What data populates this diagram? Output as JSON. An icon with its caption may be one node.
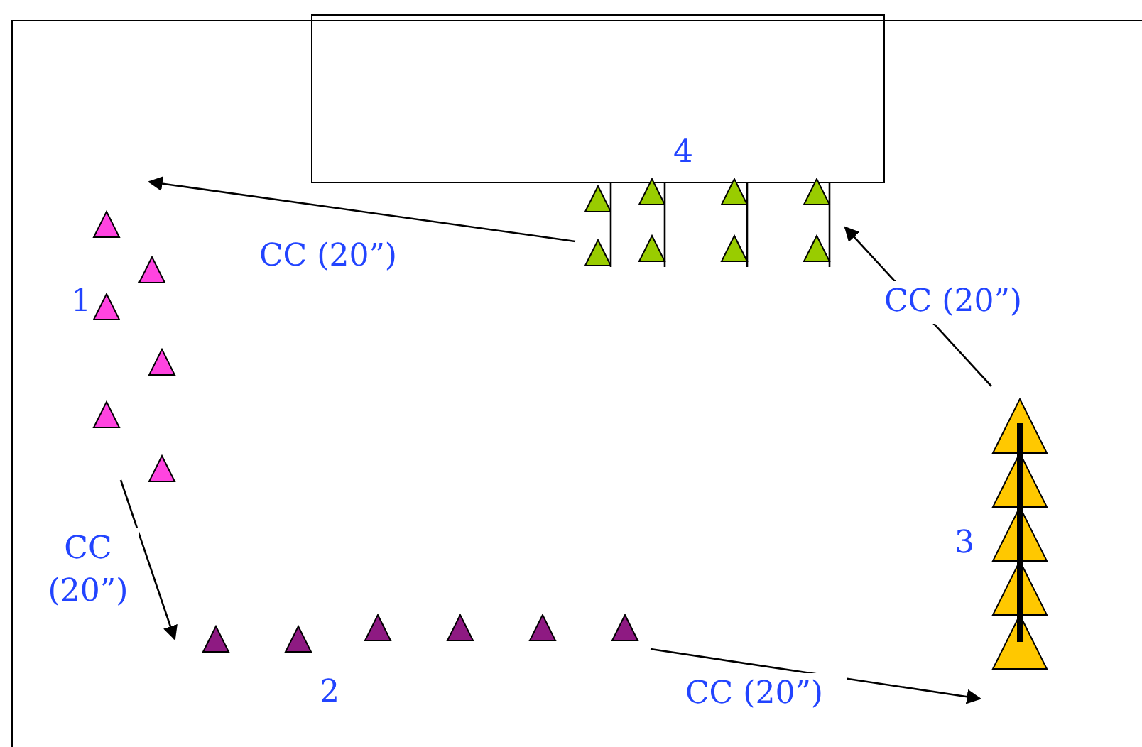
{
  "diagram": {
    "nodes": [
      {
        "text": [
          "1"
        ]
      },
      {
        "text": [
          "2"
        ]
      },
      {
        "text": [
          "3"
        ]
      },
      {
        "text": [
          "4"
        ]
      }
    ],
    "edges": [
      {
        "from": 0,
        "to": 1,
        "arrow": "to",
        "label": "CC (20”)"
      },
      {
        "from": 1,
        "to": 2,
        "arrow": "to",
        "label": "CC (20”)"
      },
      {
        "from": 2,
        "to": 3,
        "arrow": "to",
        "label": "CC (20”)"
      },
      {
        "from": 3,
        "to": 0,
        "arrow": "to",
        "label": "CC (20”)"
      }
    ]
  }
}
